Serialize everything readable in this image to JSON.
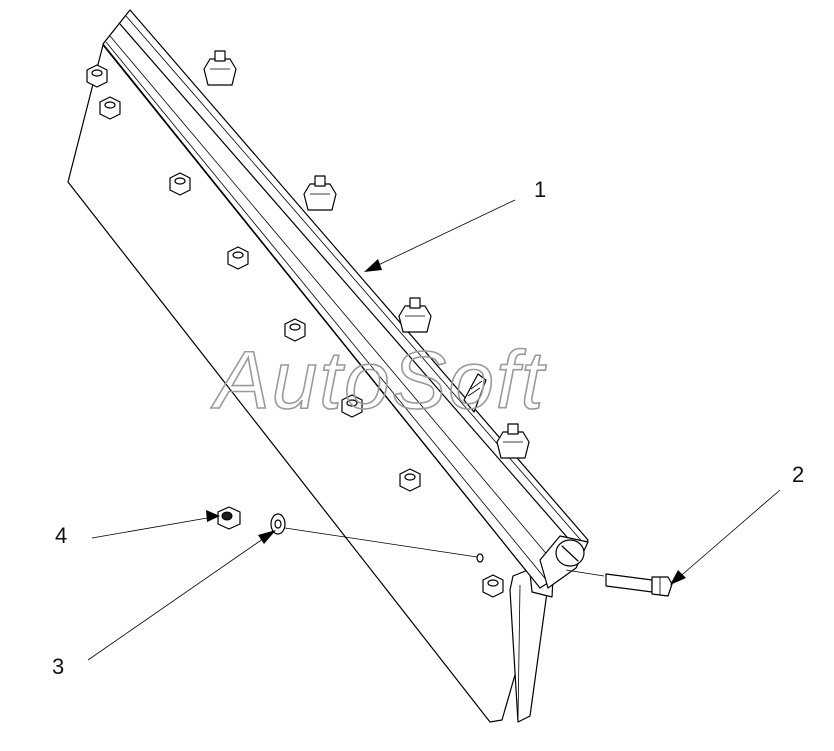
{
  "watermark": "AutoSoft",
  "callouts": [
    {
      "id": "1",
      "label": "1"
    },
    {
      "id": "2",
      "label": "2"
    },
    {
      "id": "3",
      "label": "3"
    },
    {
      "id": "4",
      "label": "4"
    }
  ]
}
